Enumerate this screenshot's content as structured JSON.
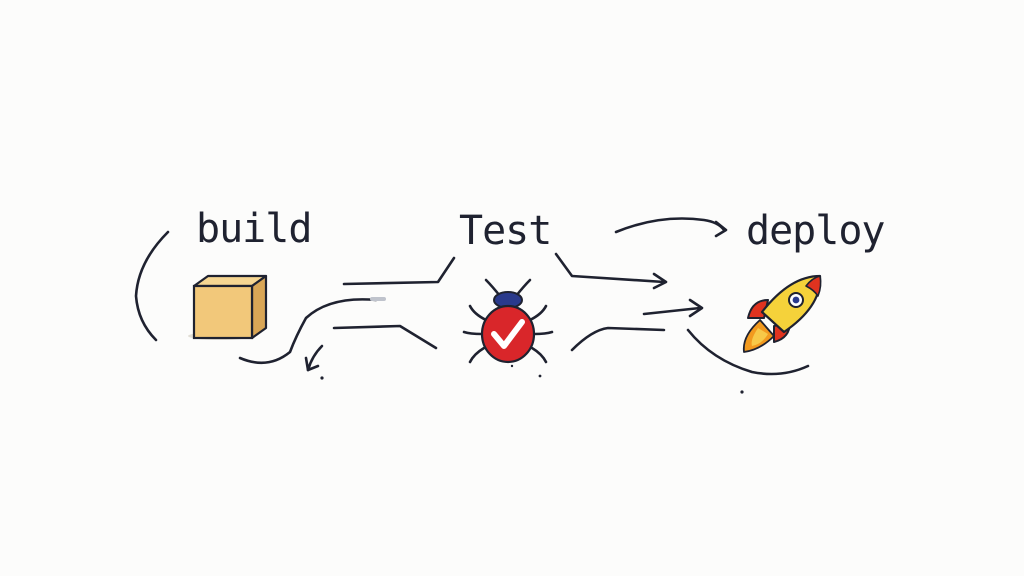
{
  "stages": [
    {
      "label": "build",
      "icon": "box-icon"
    },
    {
      "label": "Test",
      "icon": "bug-check-icon"
    },
    {
      "label": "deploy",
      "icon": "rocket-icon"
    }
  ],
  "colors": {
    "ink": "#1f2230",
    "box": "#f2c87a",
    "box_shade": "#d9a656",
    "bug": "#d9262a",
    "bug_head": "#2a3a8c",
    "rocket": "#f5d23a",
    "rocket_fin": "#e0331f",
    "flame": "#f29a1f"
  }
}
